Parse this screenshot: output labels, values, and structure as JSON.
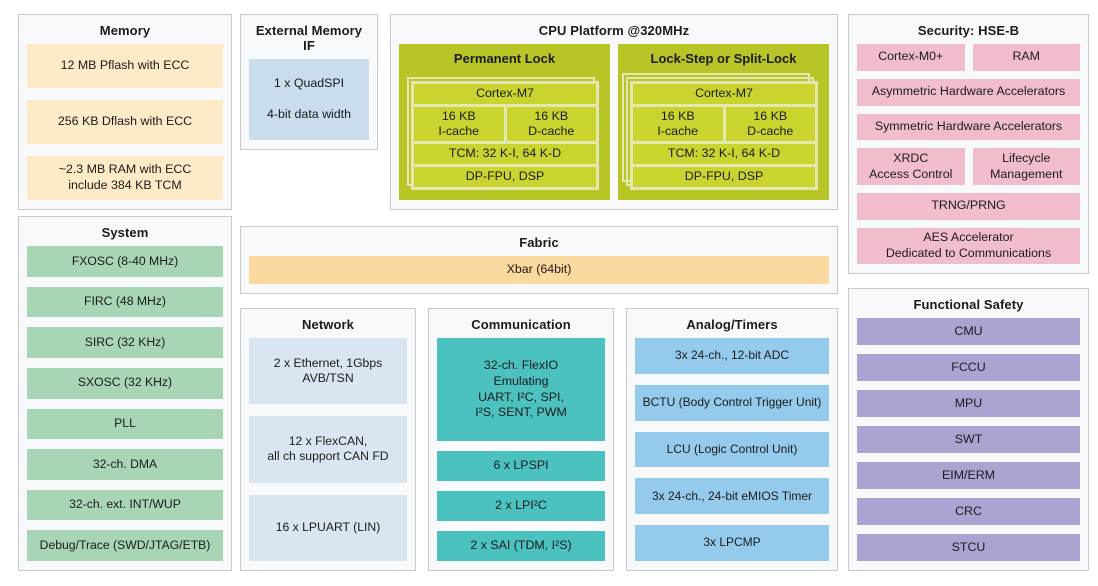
{
  "colors": {
    "panel_bg": "#f8f9fa",
    "panel_border": "#c6cacd",
    "text": "#1b1b1b",
    "memory": "#fdeac6",
    "system": "#a8d6b4",
    "ext_if": "#c9ddec",
    "cpu_outer": "#b7c527",
    "cpu_row": "#c9d42f",
    "cpu_pale": "#e3e8ae",
    "fabric": "#fbd89d",
    "network": "#d9e6f2",
    "comm": "#4cc2c0",
    "analog": "#94cbec",
    "security": "#f1bdcb",
    "safety": "#aaa4d2"
  },
  "sections": {
    "memory": {
      "title": "Memory",
      "items": [
        "12 MB Pflash with ECC",
        "256 KB Dflash with ECC",
        "~2.3 MB RAM with ECC\ninclude 384 KB TCM"
      ]
    },
    "system": {
      "title": "System",
      "items": [
        "FXOSC (8-40 MHz)",
        "FIRC (48 MHz)",
        "SIRC (32 KHz)",
        "SXOSC (32 KHz)",
        "PLL",
        "32-ch. DMA",
        "32-ch. ext. INT/WUP",
        "Debug/Trace (SWD/JTAG/ETB)"
      ]
    },
    "external_memory_if": {
      "title": "External Memory IF",
      "items": [
        "1 x QuadSPI\n\n4-bit data width"
      ]
    },
    "cpu_platform": {
      "title": "CPU Platform @320MHz",
      "blocks": [
        {
          "title": "Permanent Lock",
          "rows": [
            "Cortex-M7",
            "16 KB\nI-cache",
            "16 KB\nD-cache",
            "TCM: 32 K-I, 64 K-D",
            "DP-FPU, DSP"
          ]
        },
        {
          "title": "Lock-Step or Split-Lock",
          "rows": [
            "Cortex-M7",
            "16 KB\nI-cache",
            "16 KB\nD-cache",
            "TCM: 32 K-I, 64 K-D",
            "DP-FPU, DSP"
          ]
        }
      ]
    },
    "fabric": {
      "title": "Fabric",
      "items": [
        "Xbar (64bit)"
      ]
    },
    "network": {
      "title": "Network",
      "items": [
        "2 x Ethernet, 1Gbps\nAVB/TSN",
        "12 x FlexCAN,\nall ch support CAN FD",
        "16 x LPUART (LIN)"
      ]
    },
    "communication": {
      "title": "Communication",
      "items": [
        {
          "label": "32-ch. FlexIO\nEmulating\nUART, I²C, SPI,\nI²S, SENT, PWM",
          "big": true
        },
        "6 x LPSPI",
        "2 x LPI²C",
        "2 x SAI (TDM, I²S)"
      ]
    },
    "analog_timers": {
      "title": "Analog/Timers",
      "items": [
        "3x 24-ch., 12-bit ADC",
        "BCTU (Body Control Trigger Unit)",
        "LCU (Logic Control Unit)",
        "3x 24-ch., 24-bit eMIOS Timer",
        "3x LPCMP"
      ]
    },
    "security": {
      "title": "Security: HSE-B",
      "items": [
        {
          "label": "Cortex-M0+",
          "full": false
        },
        {
          "label": "RAM",
          "full": false
        },
        {
          "label": "Asymmetric Hardware Accelerators",
          "full": true
        },
        {
          "label": "Symmetric Hardware Accelerators",
          "full": true
        },
        {
          "label": "XRDC\nAccess Control",
          "full": false
        },
        {
          "label": "Lifecycle\nManagement",
          "full": false
        },
        {
          "label": "TRNG/PRNG",
          "full": true
        },
        {
          "label": "AES Accelerator\nDedicated to Communications",
          "full": true
        }
      ]
    },
    "functional_safety": {
      "title": "Functional Safety",
      "items": [
        "CMU",
        "FCCU",
        "MPU",
        "SWT",
        "EIM/ERM",
        "CRC",
        "STCU"
      ]
    }
  }
}
